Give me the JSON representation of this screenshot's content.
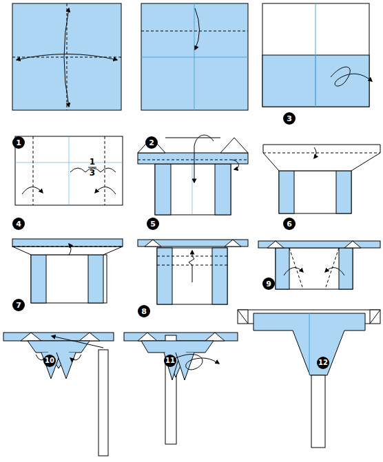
{
  "diagram": {
    "labels": [
      "1",
      "2",
      "3",
      "4",
      "5",
      "6",
      "7",
      "8",
      "9",
      "10",
      "11",
      "12",
      "1",
      "3"
    ]
  }
}
